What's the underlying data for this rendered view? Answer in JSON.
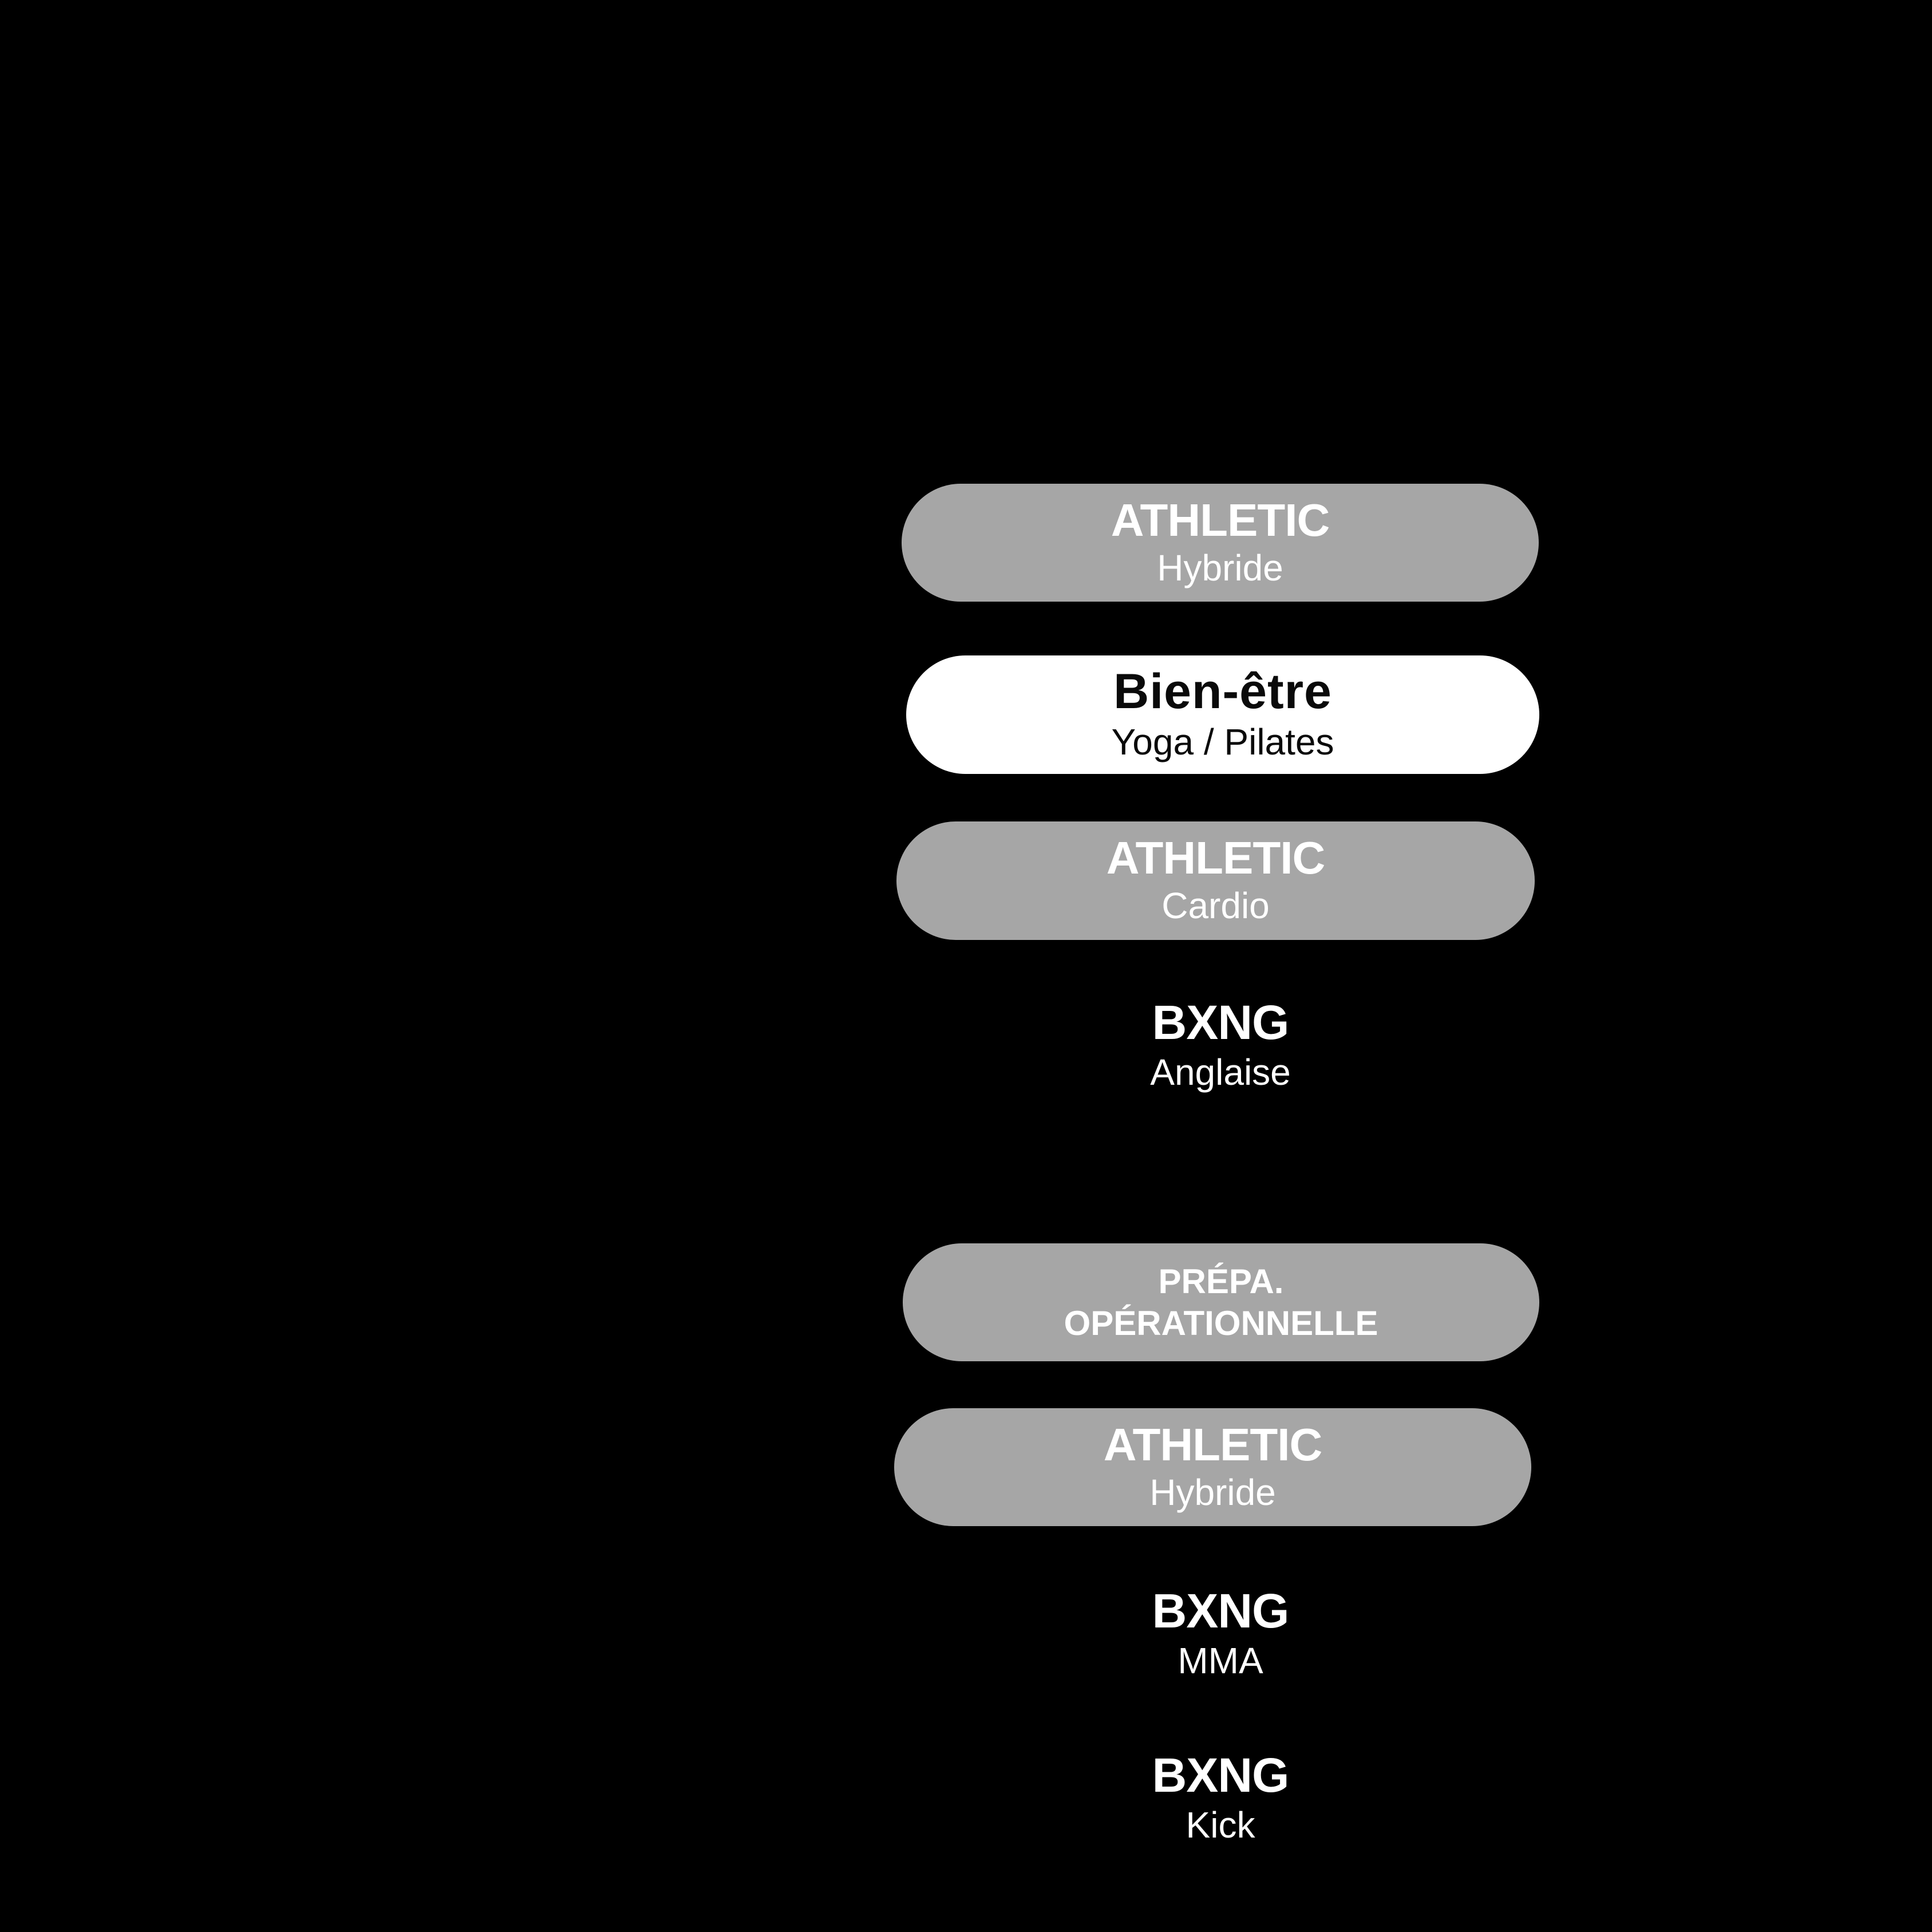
{
  "canvas": {
    "background": "#000000"
  },
  "colors": {
    "pill_gray": "#a6a6a6",
    "pill_white": "#ffffff",
    "text_on_gray": "#ffffff",
    "text_on_white": "#0a0a0a",
    "text_on_black": "#ffffff"
  },
  "schedule": {
    "items": [
      {
        "type": "pill",
        "variant": "gray",
        "title": "ATHLETIC",
        "subtitle": "Hybride"
      },
      {
        "type": "pill",
        "variant": "white",
        "title": "Bien-être",
        "subtitle": "Yoga / Pilates"
      },
      {
        "type": "pill",
        "variant": "gray",
        "title": "ATHLETIC",
        "subtitle": "Cardio"
      },
      {
        "type": "text",
        "title": "BXNG",
        "subtitle": "Anglaise"
      },
      {
        "type": "pill",
        "variant": "gray",
        "title_line1": "PRÉPA.",
        "title_line2": "OPÉRATIONNELLE"
      },
      {
        "type": "pill",
        "variant": "gray",
        "title": "ATHLETIC",
        "subtitle": "Hybride"
      },
      {
        "type": "text",
        "title": "BXNG",
        "subtitle": "MMA"
      },
      {
        "type": "text",
        "title": "BXNG",
        "subtitle": "Kick"
      }
    ]
  }
}
